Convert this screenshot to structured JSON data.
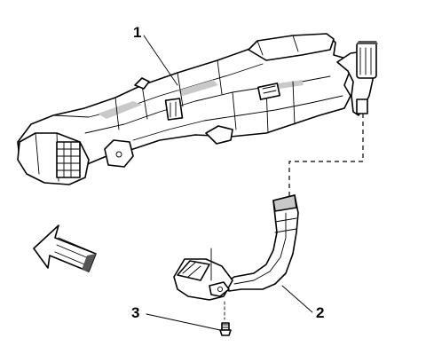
{
  "callouts": [
    {
      "id": "1",
      "label": "1"
    },
    {
      "id": "2",
      "label": "2"
    },
    {
      "id": "3",
      "label": "3"
    }
  ],
  "colors": {
    "ink": "#000000",
    "shade": "#c9c9c9",
    "background": "#ffffff"
  },
  "icons": {
    "direction_arrow": "front-direction-arrow-icon"
  }
}
